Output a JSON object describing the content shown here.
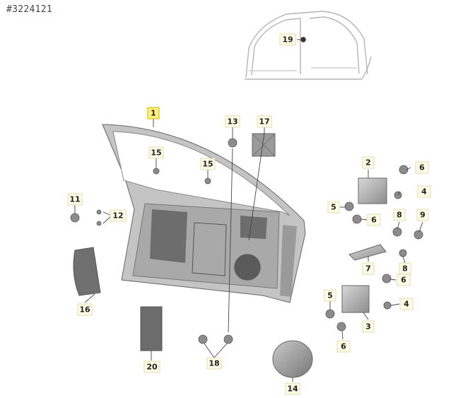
{
  "reference_id": "#3224121",
  "callouts": {
    "c1": "1",
    "c2": "2",
    "c3": "3",
    "c4a": "4",
    "c4b": "4",
    "c5a": "5",
    "c5b": "5",
    "c6a": "6",
    "c6b": "6",
    "c6c": "6",
    "c6d": "6",
    "c7": "7",
    "c8a": "8",
    "c8b": "8",
    "c9": "9",
    "c11": "11",
    "c12": "12",
    "c13": "13",
    "c14": "14",
    "c15a": "15",
    "c15b": "15",
    "c16": "16",
    "c17": "17",
    "c18": "18",
    "c19": "19",
    "c20": "20"
  },
  "colors": {
    "highlight": "#fff27a",
    "label_bg": "#fffce6",
    "part": "#bcbcbc",
    "part_dark": "#7a7a7a"
  }
}
